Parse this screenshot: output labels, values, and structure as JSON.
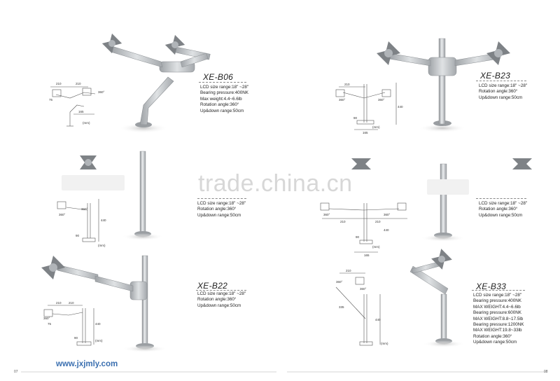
{
  "watermark": "trade.china.cn",
  "website": "www.jxjmly.com",
  "pages": {
    "left": "07",
    "right": "08"
  },
  "colors": {
    "metal": "#b8bcc0",
    "metal_dark": "#8c9094",
    "website_blue": "#3a6fb0"
  },
  "products": {
    "b06": {
      "model": "XE-B06",
      "specs": [
        "LCD size range:18\" ~28\"",
        "Bearing pressure:400NK",
        "Max weight:4.4~6.6lb",
        "Rotation angle:360°",
        "Up&down range:50cm"
      ],
      "dims": {
        "top": "210",
        "mid": "210",
        "angle": "360°",
        "left": "75",
        "bottom": "165",
        "unit": "(mm)"
      }
    },
    "b23": {
      "model": "XE-B23",
      "specs": [
        "LCD size range:18\" ~28\"",
        "Rotation angle:360°",
        "Up&down range:50cm"
      ],
      "dims": {
        "top": "210",
        "angle1": "360°",
        "angle2": "360°",
        "height": "440",
        "base": "90",
        "bottom": "165",
        "unit": "(mm)"
      }
    },
    "p3": {
      "specs": [
        "LCD size range:18\" ~28\"",
        "Rotation angle:360°",
        "Up&down range:50cm"
      ],
      "dims": {
        "angle": "360°",
        "angle2": "360°",
        "height": "440",
        "base": "90",
        "unit": "(mm)"
      }
    },
    "p4": {
      "specs": [
        "LCD size range:18\" ~28\"",
        "Rotation angle:360°",
        "Up&down range:50cm"
      ],
      "dims": {
        "left": "210",
        "right": "210",
        "angle1": "360°",
        "angle2": "360°",
        "height": "440",
        "base": "90",
        "bottom": "165",
        "unit": "(mm)"
      }
    },
    "b22": {
      "model": "XE-B22",
      "specs": [
        "LCD size range:18\" ~28\"",
        "Rotation angle:360°",
        "Up&down range:50cm"
      ],
      "dims": {
        "top1": "210",
        "top2": "210",
        "angle": "360°",
        "left": "75",
        "height": "440",
        "base": "90",
        "unit": "(mm)"
      }
    },
    "b33": {
      "model": "XE-B33",
      "specs": [
        "LCD size range:18\" ~28\"",
        "Bearing pressure:400NK",
        "MAX WEIGHT:4.4~6.6lb",
        "Bearing pressure:600NK",
        "MAX WEIGHT:8.8~17.5lb",
        "Bearing pressure:1200NK",
        "MAX WEIGHT:19.8~33lb",
        "Rotation angle:360°",
        "Up&down range:50cm"
      ],
      "dims": {
        "top": "210",
        "angle1": "360°",
        "angle2": "360°",
        "length": "335",
        "height": "440",
        "unit": "(mm)"
      }
    }
  }
}
